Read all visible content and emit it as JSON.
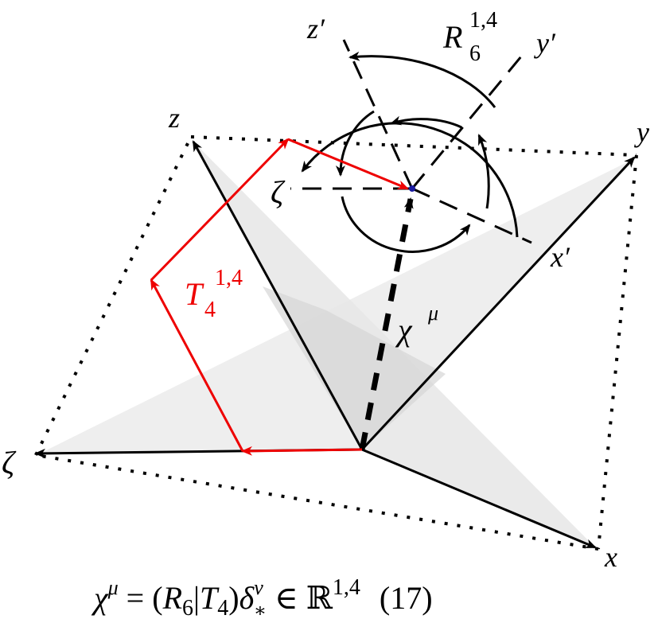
{
  "colors": {
    "background": "#ffffff",
    "axis": "#000000",
    "translation": "#ee0000",
    "plane_light": "#ececec",
    "plane_dark": "#d9d9d9",
    "origin_dot": "#1a1aa0"
  },
  "labels": {
    "z": "z",
    "y": "y",
    "x": "x",
    "zeta_left": "ζ",
    "zeta_top": "ζ",
    "z_prime": "z′",
    "y_prime": "y′",
    "x_prime": "x′",
    "chi_main": "χ",
    "chi_sup": "μ",
    "rotation_main": "R",
    "rotation_sub": "6",
    "rotation_sup": "1,4",
    "translation_main": "T",
    "translation_sub": "4",
    "translation_sup": "1,4"
  },
  "equation": {
    "lhs": "χ",
    "lhs_sup": "μ",
    "eq": " = (",
    "r": "R",
    "r_sub": "6",
    "bar": "|",
    "t": "T",
    "t_sub": "4",
    "close": ")",
    "delta": "δ",
    "delta_sup": "ν",
    "delta_sub": "∗",
    "in": " ∈ ",
    "space": "ℝ",
    "space_sup": "1,4",
    "number": "(17)"
  }
}
